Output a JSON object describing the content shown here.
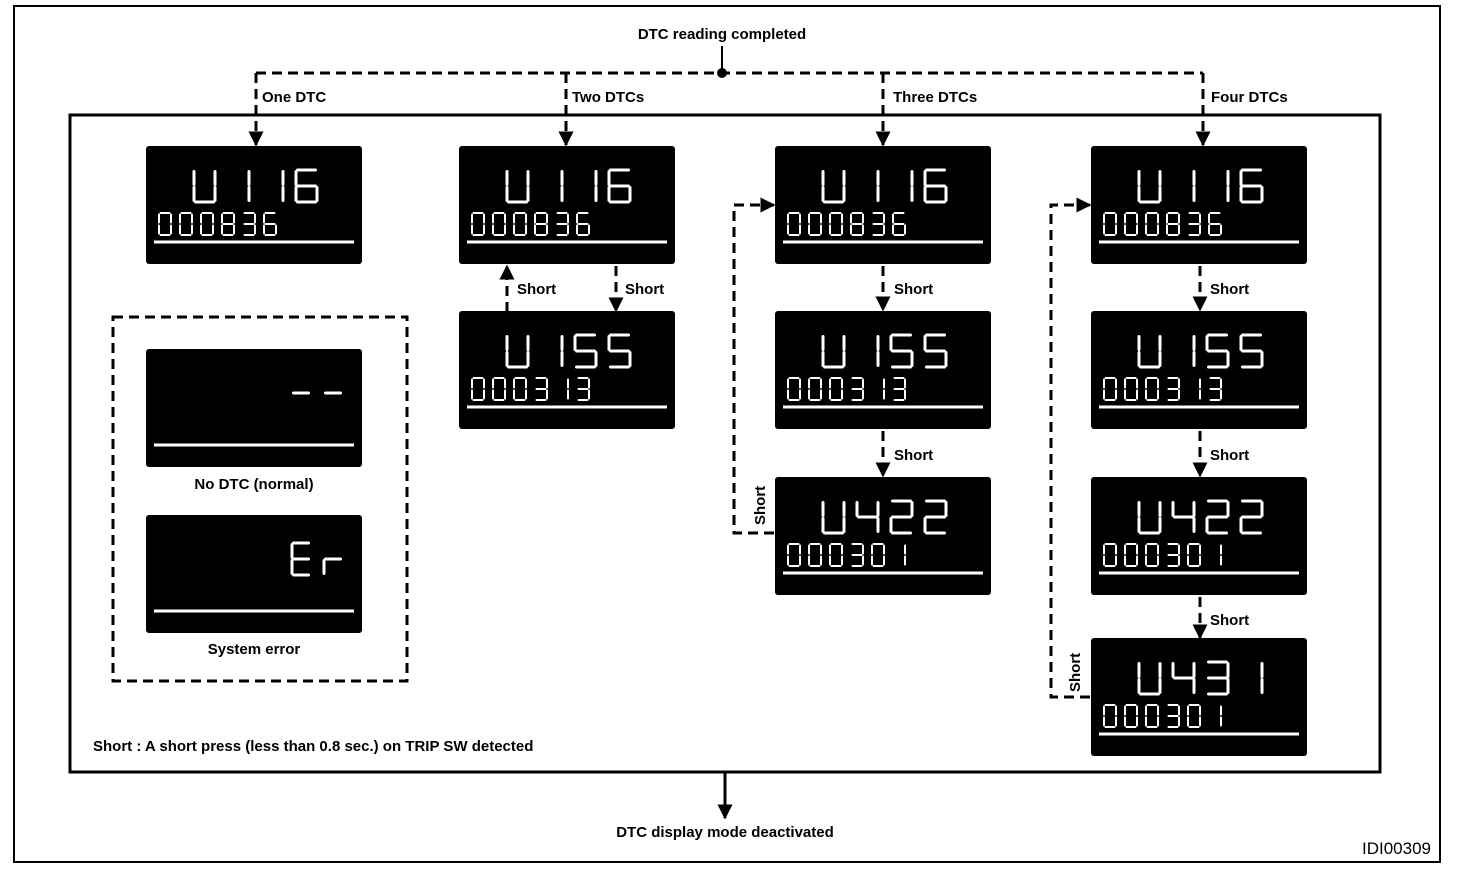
{
  "title": "DTC reading completed",
  "end_label": "DTC display mode deactivated",
  "figure_id": "IDI00309",
  "note": "Short : A short press (less than 0.8 sec.) on TRIP SW detected",
  "columns": [
    {
      "label": "One DTC"
    },
    {
      "label": "Two DTCs"
    },
    {
      "label": "Three DTCs"
    },
    {
      "label": "Four DTCs"
    }
  ],
  "short_label": "Short",
  "displays": [
    {
      "name": "one-dtc-u116",
      "col": 0,
      "row": 0,
      "code": "U116",
      "data": "000836"
    },
    {
      "name": "two-dtc-u116",
      "col": 1,
      "row": 0,
      "code": "U116",
      "data": "000836"
    },
    {
      "name": "two-dtc-u155",
      "col": 1,
      "row": 1,
      "code": "U155",
      "data": "000313"
    },
    {
      "name": "three-dtc-u116",
      "col": 2,
      "row": 0,
      "code": "U116",
      "data": "000836"
    },
    {
      "name": "three-dtc-u155",
      "col": 2,
      "row": 1,
      "code": "U155",
      "data": "000313"
    },
    {
      "name": "three-dtc-u422",
      "col": 2,
      "row": 2,
      "code": "U422",
      "data": "000301"
    },
    {
      "name": "four-dtc-u116",
      "col": 3,
      "row": 0,
      "code": "U116",
      "data": "000836"
    },
    {
      "name": "four-dtc-u155",
      "col": 3,
      "row": 1,
      "code": "U155",
      "data": "000313"
    },
    {
      "name": "four-dtc-u422",
      "col": 3,
      "row": 2,
      "code": "U422",
      "data": "000301"
    },
    {
      "name": "four-dtc-u431",
      "col": 3,
      "row": 3,
      "code": "U431",
      "data": "000301"
    }
  ],
  "special_displays": [
    {
      "name": "no-dtc-display",
      "code": "--",
      "caption": "No DTC (normal)"
    },
    {
      "name": "system-error-display",
      "code": "Er",
      "caption": "System error"
    }
  ]
}
